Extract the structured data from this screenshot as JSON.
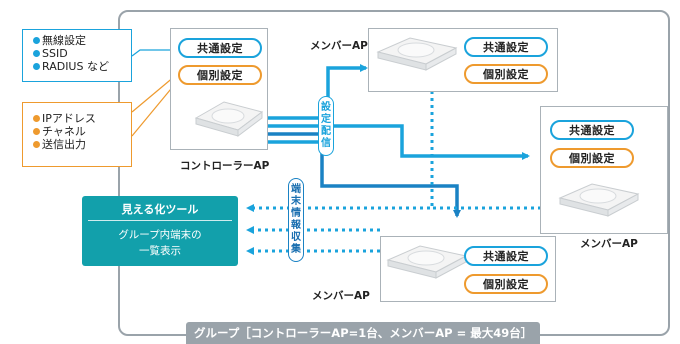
{
  "controller": {
    "common_label": "共通設定",
    "individual_label": "個別設定",
    "name": "コントローラーAP"
  },
  "members": [
    {
      "name": "メンバーAP",
      "common_label": "共通設定",
      "individual_label": "個別設定"
    },
    {
      "name": "メンバーAP",
      "common_label": "共通設定",
      "individual_label": "個別設定"
    },
    {
      "name": "メンバーAP",
      "common_label": "共通設定",
      "individual_label": "個別設定"
    }
  ],
  "common_items": [
    "無線設定",
    "SSID",
    "RADIUS など"
  ],
  "individual_items": [
    "IPアドレス",
    "チャネル",
    "送信出力"
  ],
  "distribution_label": [
    "設",
    "定",
    "配",
    "信"
  ],
  "collection_label": [
    "端",
    "末",
    "情",
    "報",
    "収",
    "集"
  ],
  "tool": {
    "title": "見える化ツール",
    "line1": "グループ内端末の",
    "line2": "一覧表示"
  },
  "group_caption": "グループ［コントローラーAP=1台、メンバーAP = 最大49台］",
  "colors": {
    "blue": "#1aa3dc",
    "orange": "#ee9a2e",
    "teal": "#12a0ab",
    "dark_blue": "#1a6fb0"
  }
}
